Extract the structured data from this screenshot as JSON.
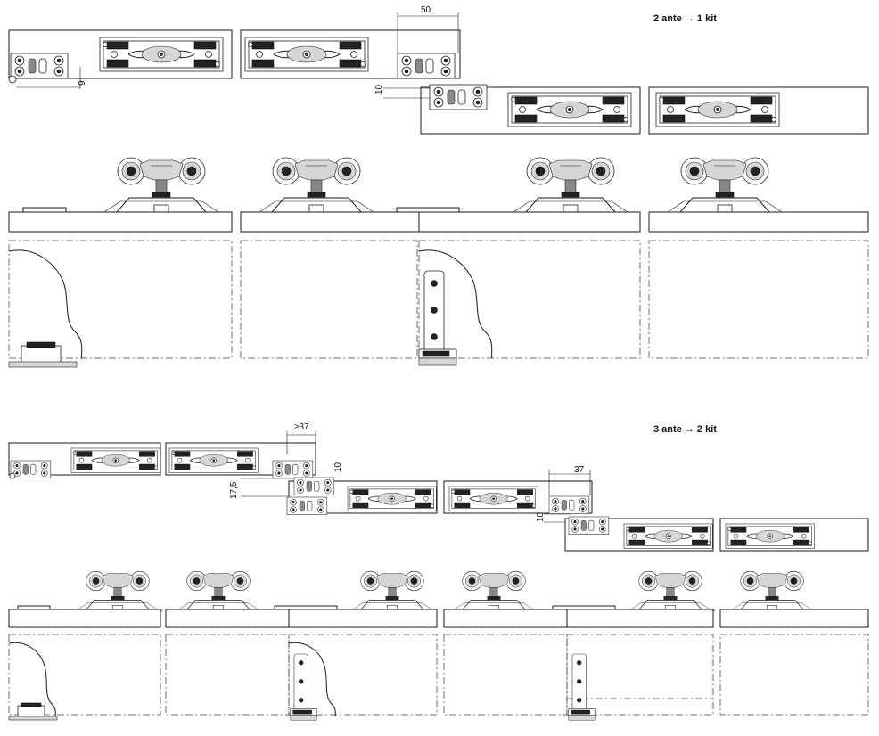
{
  "sections": [
    {
      "title": "2 ante  → 1 kit",
      "dimensions": [
        "50",
        "9",
        "10"
      ]
    },
    {
      "title": "3 ante  → 2 kit",
      "dimensions": [
        "≥37",
        "17,5",
        "10",
        "37",
        "10"
      ]
    }
  ],
  "icons": [
    "roller-carriage-icon",
    "hinge-plate-icon",
    "bracket-icon"
  ]
}
